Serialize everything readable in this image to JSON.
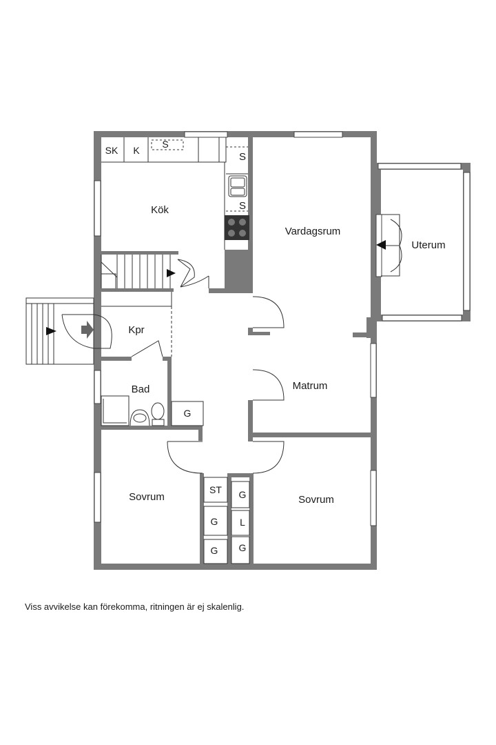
{
  "rooms": {
    "kok": "Kök",
    "vardagsrum": "Vardagsrum",
    "uterum": "Uterum",
    "kpr": "Kpr",
    "bad": "Bad",
    "matrum": "Matrum",
    "sovrum_left": "Sovrum",
    "sovrum_right": "Sovrum"
  },
  "fixtures": {
    "sk": "SK",
    "k": "K",
    "s_top": "S",
    "s_right_upper": "S",
    "s_right_lower": "S",
    "g_hall": "G",
    "st": "ST",
    "g_closet_left_1": "G",
    "g_closet_left_2": "G",
    "g_closet_right_1": "G",
    "l_closet_right": "L",
    "g_closet_right_2": "G"
  },
  "disclaimer": "Viss avvikelse kan förekomma, ritningen är ej skalenlig.",
  "colors": {
    "wall": "#7a7a7a",
    "line": "#333333"
  }
}
